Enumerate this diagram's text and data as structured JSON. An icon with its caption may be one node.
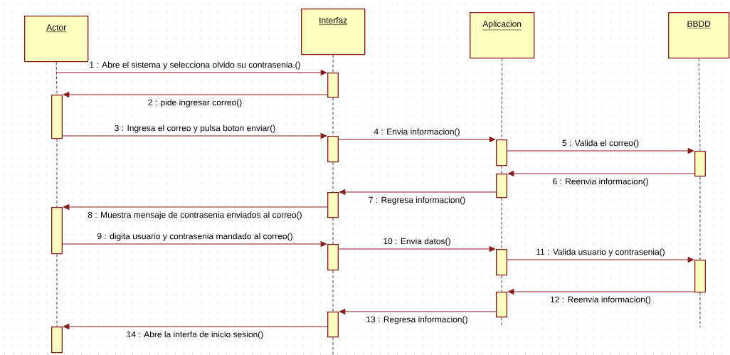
{
  "diagram": {
    "nodes": [
      {
        "text": [
          "Actor"
        ]
      },
      {
        "text": [
          "Interfaz"
        ]
      },
      {
        "text": [
          "Aplicacion"
        ]
      },
      {
        "text": [
          "BBDD"
        ]
      },
      {
        "text": [],
        "shape": "bar"
      },
      {
        "text": [],
        "shape": "bar"
      },
      {
        "text": [],
        "shape": "bar"
      },
      {
        "text": [],
        "shape": "bar"
      },
      {
        "text": [],
        "shape": "bar"
      },
      {
        "text": [],
        "shape": "bar"
      },
      {
        "text": [],
        "shape": "bar"
      },
      {
        "text": [],
        "shape": "bar"
      },
      {
        "text": [],
        "shape": "bar"
      },
      {
        "text": [],
        "shape": "bar"
      },
      {
        "text": [],
        "shape": "bar"
      },
      {
        "text": [],
        "shape": "bar"
      },
      {
        "text": [],
        "shape": "bar"
      },
      {
        "text": [],
        "shape": "bar"
      }
    ],
    "edges": [
      {
        "from": 0,
        "to": 4,
        "arrow": "to",
        "color": "#8b1a1a",
        "label": "1 : Abre el sistema y selecciona olvido su contrasenia.()"
      },
      {
        "from": 4,
        "to": 5,
        "arrow": "to",
        "color": "#8b1a1a",
        "label": "2 : pide ingresar correo()"
      },
      {
        "from": 5,
        "to": 6,
        "arrow": "to",
        "color": "#8b1a1a",
        "label": "3 : Ingresa el correo y pulsa boton enviar()"
      },
      {
        "from": 6,
        "to": 7,
        "arrow": "to",
        "color": "#8b1a1a",
        "label": "4 : Envia informacion()"
      },
      {
        "from": 7,
        "to": 8,
        "arrow": "to",
        "color": "#8b1a1a",
        "label": "5 : Valida el correo()"
      },
      {
        "from": 8,
        "to": 9,
        "arrow": "to",
        "color": "#8b1a1a",
        "label": "6 : Reenvia informacion()"
      },
      {
        "from": 9,
        "to": 10,
        "arrow": "to",
        "color": "#8b1a1a",
        "label": "7 : Regresa informacion()"
      },
      {
        "from": 10,
        "to": 11,
        "arrow": "to",
        "color": "#8b1a1a",
        "label": "8 : Muestra mensaje de contrasenia enviados al correo()"
      },
      {
        "from": 11,
        "to": 12,
        "arrow": "to",
        "color": "#8b1a1a",
        "label": "9 : digita usuario y contrasenia  mandado al correo()"
      },
      {
        "from": 12,
        "to": 13,
        "arrow": "to",
        "color": "#8b1a1a",
        "label": "10 : Envia datos()"
      },
      {
        "from": 13,
        "to": 14,
        "arrow": "to",
        "color": "#8b1a1a",
        "label": "11 : Valida usuario y contrasenia()"
      },
      {
        "from": 14,
        "to": 15,
        "arrow": "to",
        "color": "#8b1a1a",
        "label": "12 : Reenvia informacion()"
      },
      {
        "from": 15,
        "to": 16,
        "arrow": "to",
        "color": "#8b1a1a",
        "label": "13 : Regresa informacion()"
      },
      {
        "from": 16,
        "to": 17,
        "arrow": "to",
        "color": "#8b1a1a",
        "label": "14 : Abre la interfa de inicio sesion()"
      },
      {
        "from": 0,
        "to": 5,
        "arrow": "none",
        "style": "dashed"
      },
      {
        "from": 5,
        "to": 11,
        "arrow": "none",
        "style": "dashed"
      },
      {
        "from": 11,
        "to": 17,
        "arrow": "none",
        "style": "dashed"
      },
      {
        "from": 1,
        "to": 4,
        "arrow": "none",
        "style": "dashed"
      },
      {
        "from": 4,
        "to": 6,
        "arrow": "none",
        "style": "dashed"
      },
      {
        "from": 6,
        "to": 10,
        "arrow": "none",
        "style": "dashed"
      },
      {
        "from": 10,
        "to": 12,
        "arrow": "none",
        "style": "dashed"
      },
      {
        "from": 12,
        "to": 16,
        "arrow": "none",
        "style": "dashed"
      },
      {
        "from": 16,
        "to": null,
        "arrow": "none",
        "style": "dashed"
      },
      {
        "from": 2,
        "to": 7,
        "arrow": "none",
        "style": "dashed"
      },
      {
        "from": 7,
        "to": 9,
        "arrow": "none",
        "style": "dashed"
      },
      {
        "from": 9,
        "to": 13,
        "arrow": "none",
        "style": "dashed"
      },
      {
        "from": 13,
        "to": 15,
        "arrow": "none",
        "style": "dashed"
      },
      {
        "from": 15,
        "to": null,
        "arrow": "none",
        "style": "dashed"
      },
      {
        "from": 3,
        "to": 8,
        "arrow": "none",
        "style": "dashed"
      },
      {
        "from": 8,
        "to": 14,
        "arrow": "none",
        "style": "dashed"
      },
      {
        "from": 14,
        "to": null,
        "arrow": "none",
        "style": "dashed"
      }
    ]
  }
}
